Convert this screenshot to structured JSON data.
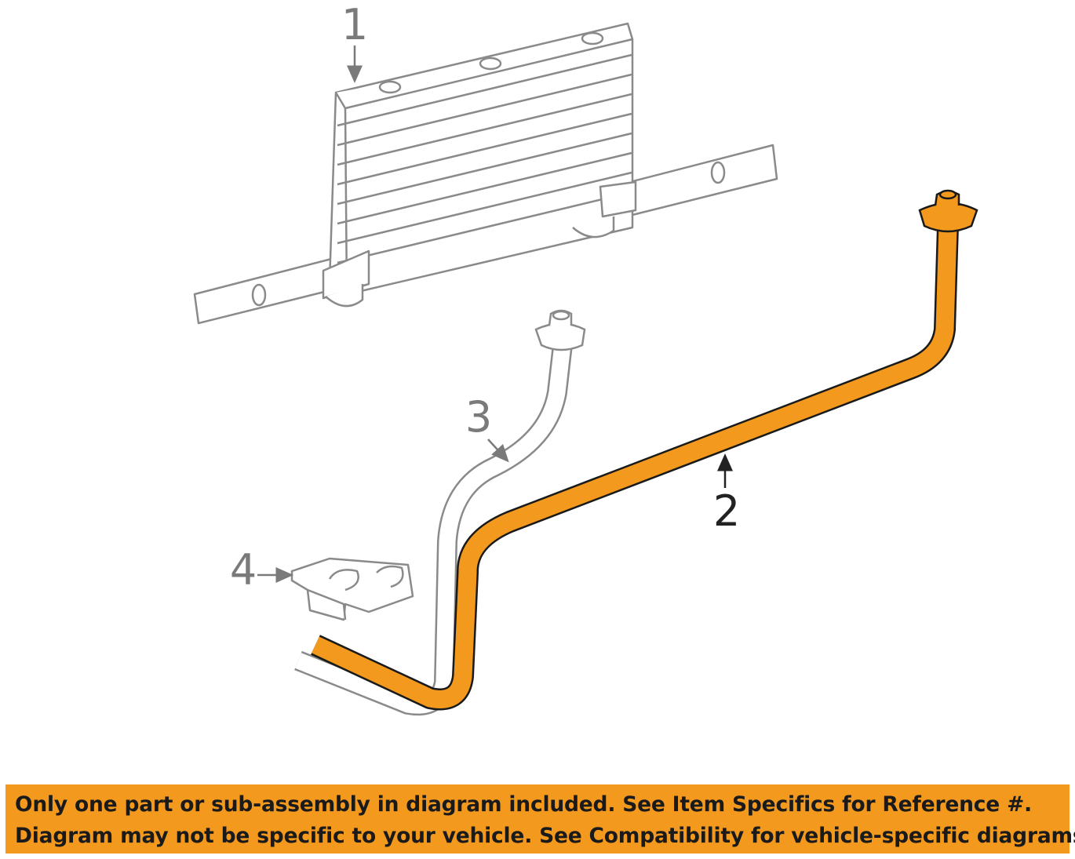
{
  "colors": {
    "highlight": "#f39a1e",
    "part_outline": "#8a8a8a",
    "banner_bg": "#f39a1e",
    "banner_text": "#1a1a1a"
  },
  "diagram": {
    "callouts": [
      {
        "id": "1",
        "label": "1"
      },
      {
        "id": "2",
        "label": "2"
      },
      {
        "id": "3",
        "label": "3"
      },
      {
        "id": "4",
        "label": "4"
      }
    ],
    "parts": [
      {
        "callout": "1",
        "icon": "oil-cooler-icon",
        "highlighted": false
      },
      {
        "callout": "2",
        "icon": "cooler-line-icon",
        "highlighted": true
      },
      {
        "callout": "3",
        "icon": "cooler-line-icon",
        "highlighted": false
      },
      {
        "callout": "4",
        "icon": "retaining-clip-icon",
        "highlighted": false
      }
    ]
  },
  "banner": {
    "line1": "Only one part or sub-assembly in diagram included. See Item Specifics for Reference #.",
    "line2": "Diagram may not be specific to your vehicle. See Compatibility for vehicle-specific diagrams."
  }
}
